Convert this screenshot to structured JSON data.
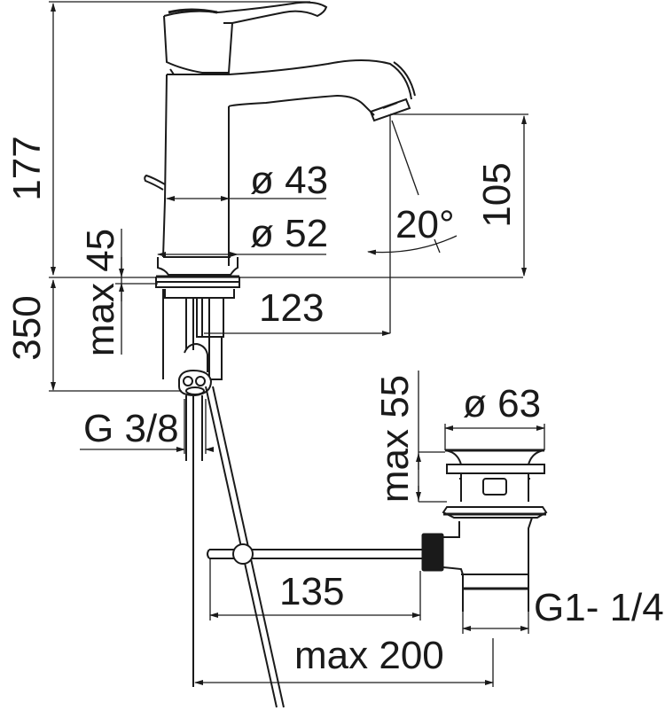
{
  "drawing": {
    "subject": "basin mixer faucet with pop-up waste",
    "colors": {
      "line": "#1a1a1a",
      "background": "#ffffff"
    },
    "dimensions": {
      "total_height": "177",
      "spout_height": "105",
      "spout_angle": "20°",
      "body_diameter": "ø 43",
      "base_diameter": "ø 52",
      "max_deck_thickness": "max 45",
      "hose_length": "350",
      "spout_reach": "123",
      "inlet_thread": "G 3/8",
      "waste_max_thickness": "max 55",
      "waste_diameter": "ø 63",
      "rod_length": "135",
      "max_rod_reach": "max 200",
      "waste_thread": "G1- 1/4"
    }
  }
}
